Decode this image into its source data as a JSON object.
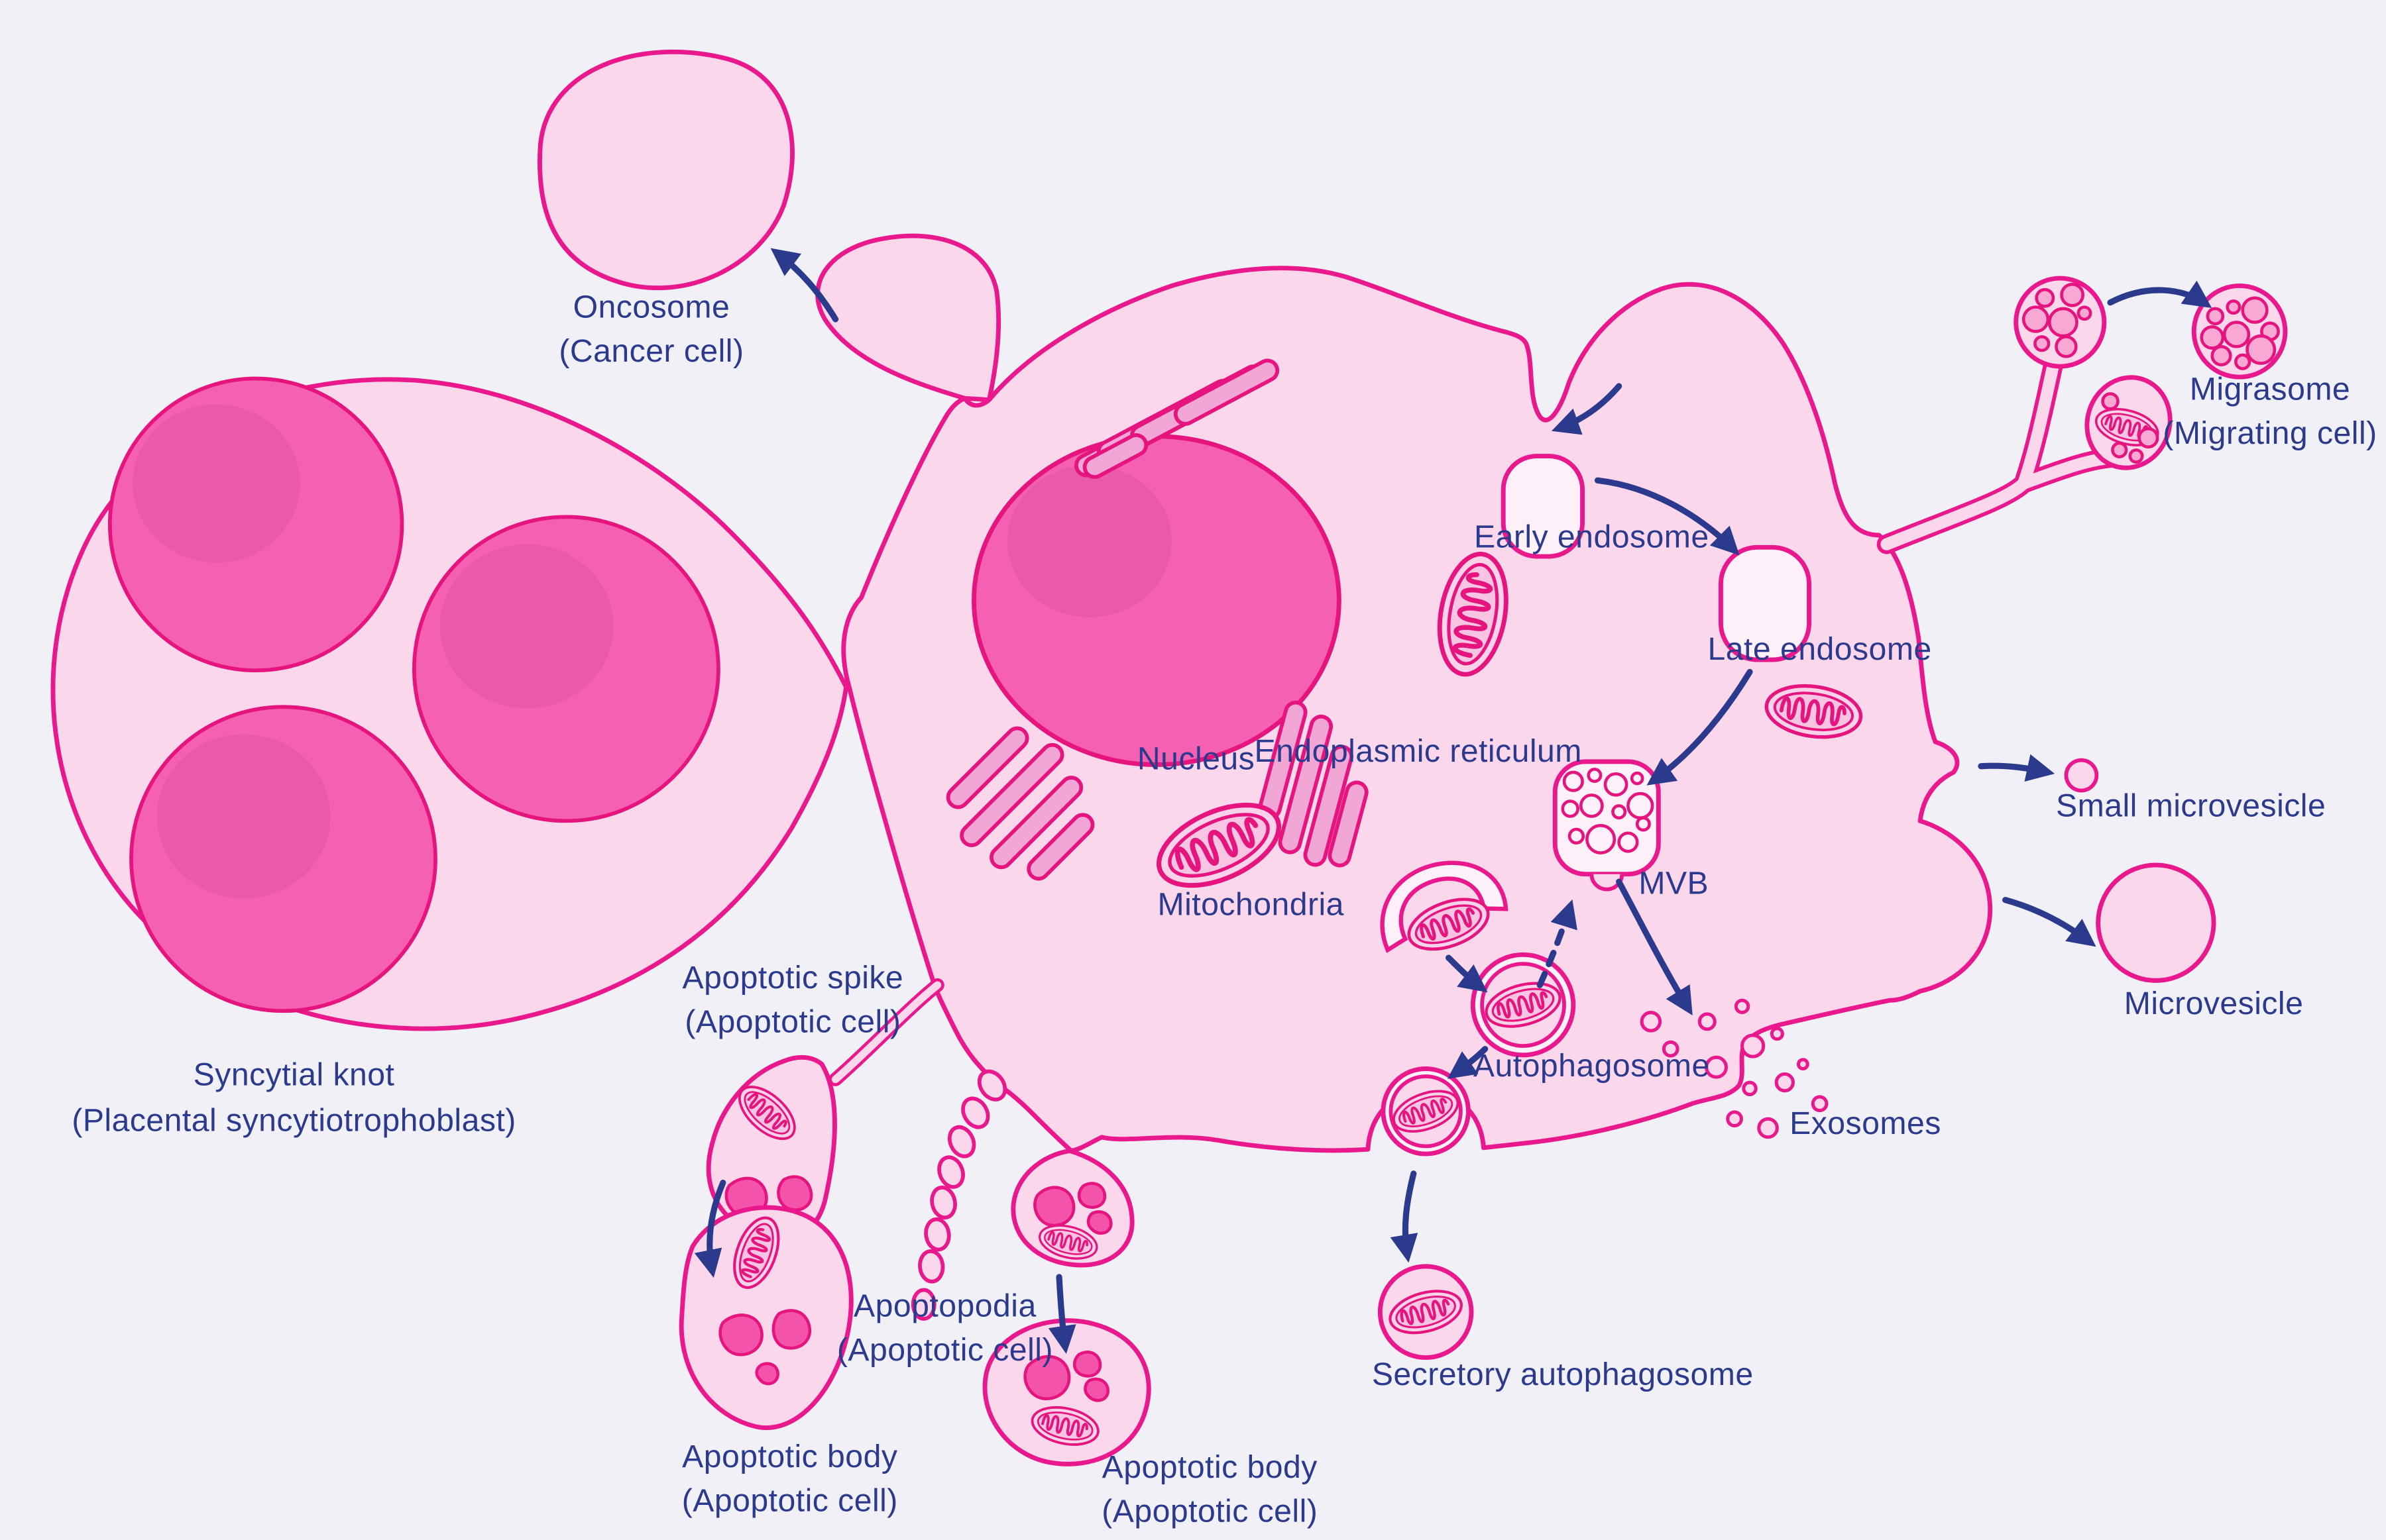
{
  "colors": {
    "background": "#f1f0f6",
    "membrane": "#e9188c",
    "organelle_stroke": "#e5147e",
    "cell_fill": "#fbd7ec",
    "vesicle_fill": "#fdf0f8",
    "nucleus_fill": "#f560b2",
    "nucleolus_fill": "#e95aa8",
    "er_fill": "#f2a6d5",
    "mito_fill": "#fbd2e9",
    "mito_inner": "#f9c3e2",
    "chromatin": "#f453ac",
    "migrasome_vesicle": "#f8a8d3",
    "ink": "#2c3a8d"
  },
  "labels": {
    "oncosome": {
      "line1": "Oncosome",
      "line2": "(Cancer cell)"
    },
    "migrasome": {
      "line1": "Migrasome",
      "line2": "(Migrating cell)"
    },
    "syncytial_knot": {
      "line1": "Syncytial knot",
      "line2": "(Placental syncytiotrophoblast)"
    },
    "early_endosome": "Early endosome",
    "late_endosome": "Late endosome",
    "nucleus": "Nucleus",
    "endoplasmic_reticulum": "Endoplasmic reticulum",
    "mitochondria": "Mitochondria",
    "mvb": "MVB",
    "autophagosome": "Autophagosome",
    "exosomes": "Exosomes",
    "small_microvesicle": "Small microvesicle",
    "microvesicle": "Microvesicle",
    "secretory_autophagosome": "Secretory autophagosome",
    "apoptotic_spike": {
      "line1": "Apoptotic spike",
      "line2": "(Apoptotic cell)"
    },
    "apoptopodia": {
      "line1": "Apoptopodia",
      "line2": "(Apoptotic cell)"
    },
    "apoptotic_body_left": {
      "line1": "Apoptotic body",
      "line2": "(Apoptotic cell)"
    },
    "apoptotic_body_bottom": {
      "line1": "Apoptotic body",
      "line2": "(Apoptotic cell)"
    }
  }
}
